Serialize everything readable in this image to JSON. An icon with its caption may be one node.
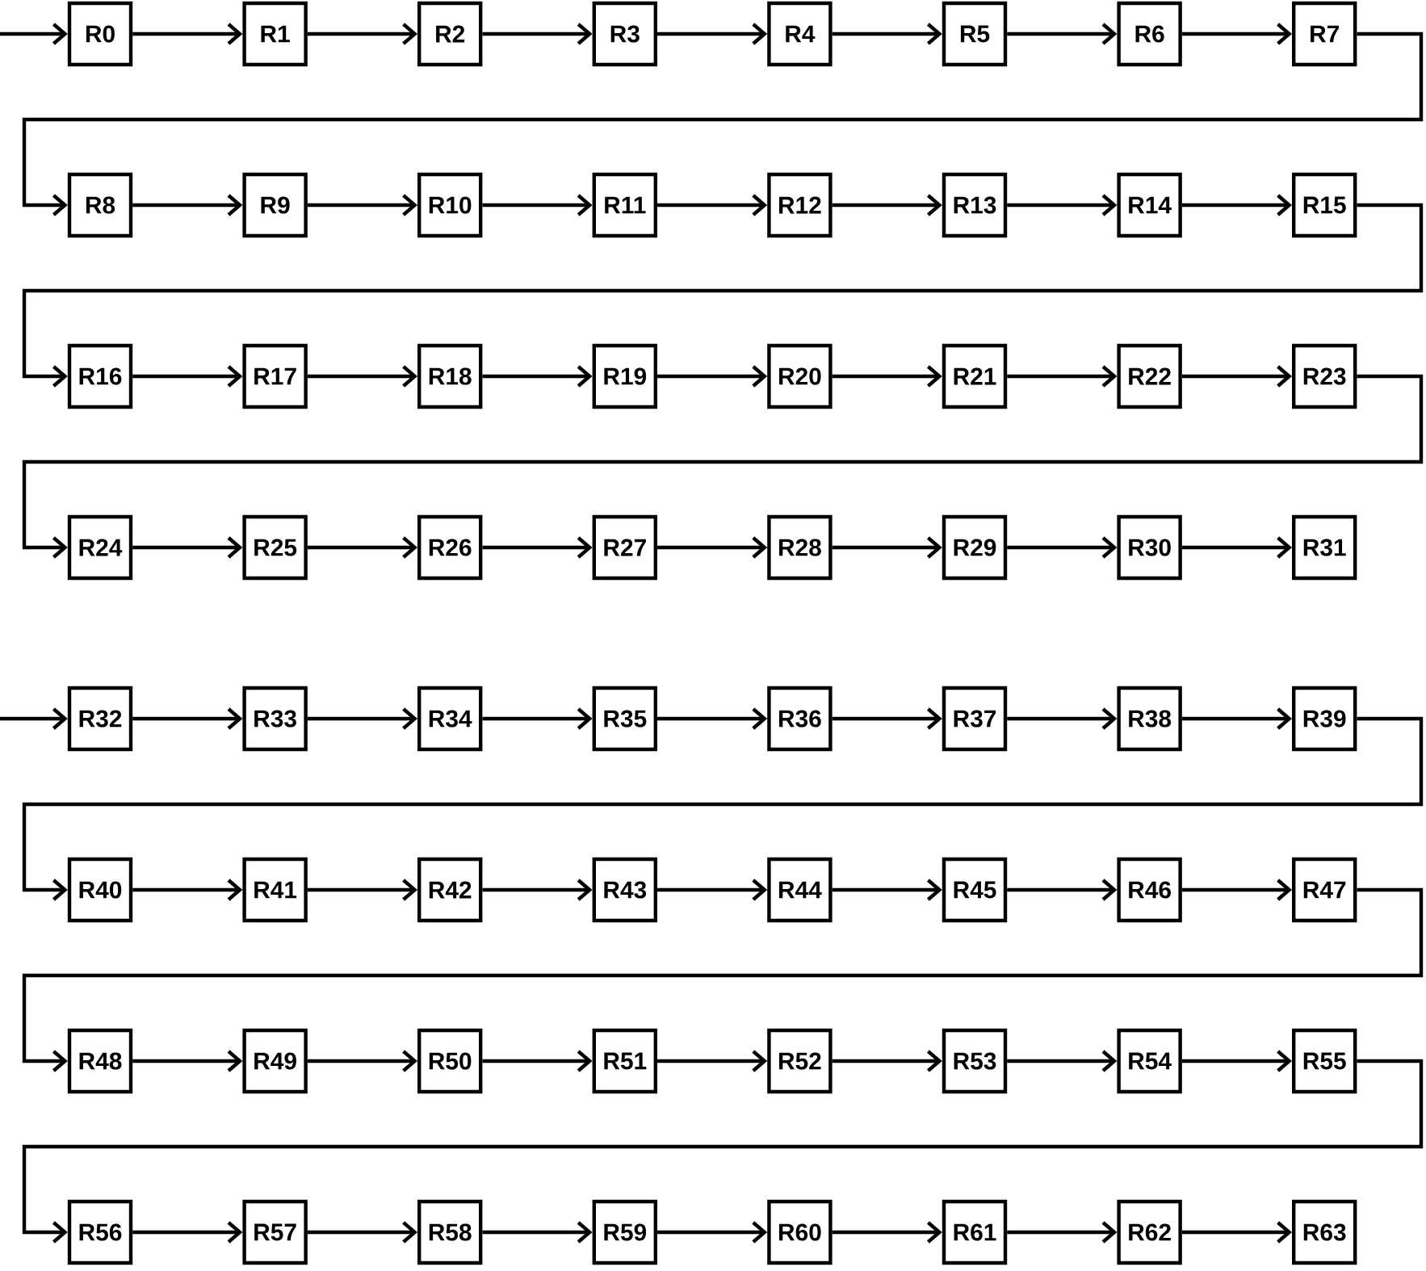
{
  "diagram": {
    "nodes": [
      {
        "text": [
          "R0"
        ]
      },
      {
        "text": [
          "R1"
        ]
      },
      {
        "text": [
          "R2"
        ]
      },
      {
        "text": [
          "R3"
        ]
      },
      {
        "text": [
          "R4"
        ]
      },
      {
        "text": [
          "R5"
        ]
      },
      {
        "text": [
          "R6"
        ]
      },
      {
        "text": [
          "R7"
        ]
      },
      {
        "text": [
          "R8"
        ]
      },
      {
        "text": [
          "R9"
        ]
      },
      {
        "text": [
          "R10"
        ]
      },
      {
        "text": [
          "R11"
        ]
      },
      {
        "text": [
          "R12"
        ]
      },
      {
        "text": [
          "R13"
        ]
      },
      {
        "text": [
          "R14"
        ]
      },
      {
        "text": [
          "R15"
        ]
      },
      {
        "text": [
          "R16"
        ]
      },
      {
        "text": [
          "R17"
        ]
      },
      {
        "text": [
          "R18"
        ]
      },
      {
        "text": [
          "R19"
        ]
      },
      {
        "text": [
          "R20"
        ]
      },
      {
        "text": [
          "R21"
        ]
      },
      {
        "text": [
          "R22"
        ]
      },
      {
        "text": [
          "R23"
        ]
      },
      {
        "text": [
          "R24"
        ]
      },
      {
        "text": [
          "R25"
        ]
      },
      {
        "text": [
          "R26"
        ]
      },
      {
        "text": [
          "R27"
        ]
      },
      {
        "text": [
          "R28"
        ]
      },
      {
        "text": [
          "R29"
        ]
      },
      {
        "text": [
          "R30"
        ]
      },
      {
        "text": [
          "R31"
        ]
      },
      {
        "text": [
          "R32"
        ]
      },
      {
        "text": [
          "R33"
        ]
      },
      {
        "text": [
          "R34"
        ]
      },
      {
        "text": [
          "R35"
        ]
      },
      {
        "text": [
          "R36"
        ]
      },
      {
        "text": [
          "R37"
        ]
      },
      {
        "text": [
          "R38"
        ]
      },
      {
        "text": [
          "R39"
        ]
      },
      {
        "text": [
          "R40"
        ]
      },
      {
        "text": [
          "R41"
        ]
      },
      {
        "text": [
          "R42"
        ]
      },
      {
        "text": [
          "R43"
        ]
      },
      {
        "text": [
          "R44"
        ]
      },
      {
        "text": [
          "R45"
        ]
      },
      {
        "text": [
          "R46"
        ]
      },
      {
        "text": [
          "R47"
        ]
      },
      {
        "text": [
          "R48"
        ]
      },
      {
        "text": [
          "R49"
        ]
      },
      {
        "text": [
          "R50"
        ]
      },
      {
        "text": [
          "R51"
        ]
      },
      {
        "text": [
          "R52"
        ]
      },
      {
        "text": [
          "R53"
        ]
      },
      {
        "text": [
          "R54"
        ]
      },
      {
        "text": [
          "R55"
        ]
      },
      {
        "text": [
          "R56"
        ]
      },
      {
        "text": [
          "R57"
        ]
      },
      {
        "text": [
          "R58"
        ]
      },
      {
        "text": [
          "R59"
        ]
      },
      {
        "text": [
          "R60"
        ]
      },
      {
        "text": [
          "R61"
        ]
      },
      {
        "text": [
          "R62"
        ]
      },
      {
        "text": [
          "R63"
        ]
      }
    ],
    "edges": [
      {
        "from": null,
        "to": 0,
        "arrow": "to"
      },
      {
        "from": 0,
        "to": 1,
        "arrow": "to"
      },
      {
        "from": 1,
        "to": 2,
        "arrow": "to"
      },
      {
        "from": 2,
        "to": 3,
        "arrow": "to"
      },
      {
        "from": 3,
        "to": 4,
        "arrow": "to"
      },
      {
        "from": 4,
        "to": 5,
        "arrow": "to"
      },
      {
        "from": 5,
        "to": 6,
        "arrow": "to"
      },
      {
        "from": 6,
        "to": 7,
        "arrow": "to"
      },
      {
        "from": 7,
        "to": 8,
        "arrow": "to"
      },
      {
        "from": 8,
        "to": 9,
        "arrow": "to"
      },
      {
        "from": 9,
        "to": 10,
        "arrow": "to"
      },
      {
        "from": 10,
        "to": 11,
        "arrow": "to"
      },
      {
        "from": 11,
        "to": 12,
        "arrow": "to"
      },
      {
        "from": 12,
        "to": 13,
        "arrow": "to"
      },
      {
        "from": 13,
        "to": 14,
        "arrow": "to"
      },
      {
        "from": 14,
        "to": 15,
        "arrow": "to"
      },
      {
        "from": 15,
        "to": 16,
        "arrow": "to"
      },
      {
        "from": 16,
        "to": 17,
        "arrow": "to"
      },
      {
        "from": 17,
        "to": 18,
        "arrow": "to"
      },
      {
        "from": 18,
        "to": 19,
        "arrow": "to"
      },
      {
        "from": 19,
        "to": 20,
        "arrow": "to"
      },
      {
        "from": 20,
        "to": 21,
        "arrow": "to"
      },
      {
        "from": 21,
        "to": 22,
        "arrow": "to"
      },
      {
        "from": 22,
        "to": 23,
        "arrow": "to"
      },
      {
        "from": 23,
        "to": 24,
        "arrow": "to"
      },
      {
        "from": 24,
        "to": 25,
        "arrow": "to"
      },
      {
        "from": 25,
        "to": 26,
        "arrow": "to"
      },
      {
        "from": 26,
        "to": 27,
        "arrow": "to"
      },
      {
        "from": 27,
        "to": 28,
        "arrow": "to"
      },
      {
        "from": 28,
        "to": 29,
        "arrow": "to"
      },
      {
        "from": 29,
        "to": 30,
        "arrow": "to"
      },
      {
        "from": 30,
        "to": 31,
        "arrow": "to"
      },
      {
        "from": null,
        "to": 32,
        "arrow": "to"
      },
      {
        "from": 32,
        "to": 33,
        "arrow": "to"
      },
      {
        "from": 33,
        "to": 34,
        "arrow": "to"
      },
      {
        "from": 34,
        "to": 35,
        "arrow": "to"
      },
      {
        "from": 35,
        "to": 36,
        "arrow": "to"
      },
      {
        "from": 36,
        "to": 37,
        "arrow": "to"
      },
      {
        "from": 37,
        "to": 38,
        "arrow": "to"
      },
      {
        "from": 38,
        "to": 39,
        "arrow": "to"
      },
      {
        "from": 39,
        "to": 40,
        "arrow": "to"
      },
      {
        "from": 40,
        "to": 41,
        "arrow": "to"
      },
      {
        "from": 41,
        "to": 42,
        "arrow": "to"
      },
      {
        "from": 42,
        "to": 43,
        "arrow": "to"
      },
      {
        "from": 43,
        "to": 44,
        "arrow": "to"
      },
      {
        "from": 44,
        "to": 45,
        "arrow": "to"
      },
      {
        "from": 45,
        "to": 46,
        "arrow": "to"
      },
      {
        "from": 46,
        "to": 47,
        "arrow": "to"
      },
      {
        "from": 47,
        "to": 48,
        "arrow": "to"
      },
      {
        "from": 48,
        "to": 49,
        "arrow": "to"
      },
      {
        "from": 49,
        "to": 50,
        "arrow": "to"
      },
      {
        "from": 50,
        "to": 51,
        "arrow": "to"
      },
      {
        "from": 51,
        "to": 52,
        "arrow": "to"
      },
      {
        "from": 52,
        "to": 53,
        "arrow": "to"
      },
      {
        "from": 53,
        "to": 54,
        "arrow": "to"
      },
      {
        "from": 54,
        "to": 55,
        "arrow": "to"
      },
      {
        "from": 55,
        "to": 56,
        "arrow": "to"
      },
      {
        "from": 56,
        "to": 57,
        "arrow": "to"
      },
      {
        "from": 57,
        "to": 58,
        "arrow": "to"
      },
      {
        "from": 58,
        "to": 59,
        "arrow": "to"
      },
      {
        "from": 59,
        "to": 60,
        "arrow": "to"
      },
      {
        "from": 60,
        "to": 61,
        "arrow": "to"
      },
      {
        "from": 61,
        "to": 62,
        "arrow": "to"
      },
      {
        "from": 62,
        "to": 63,
        "arrow": "to"
      }
    ]
  }
}
